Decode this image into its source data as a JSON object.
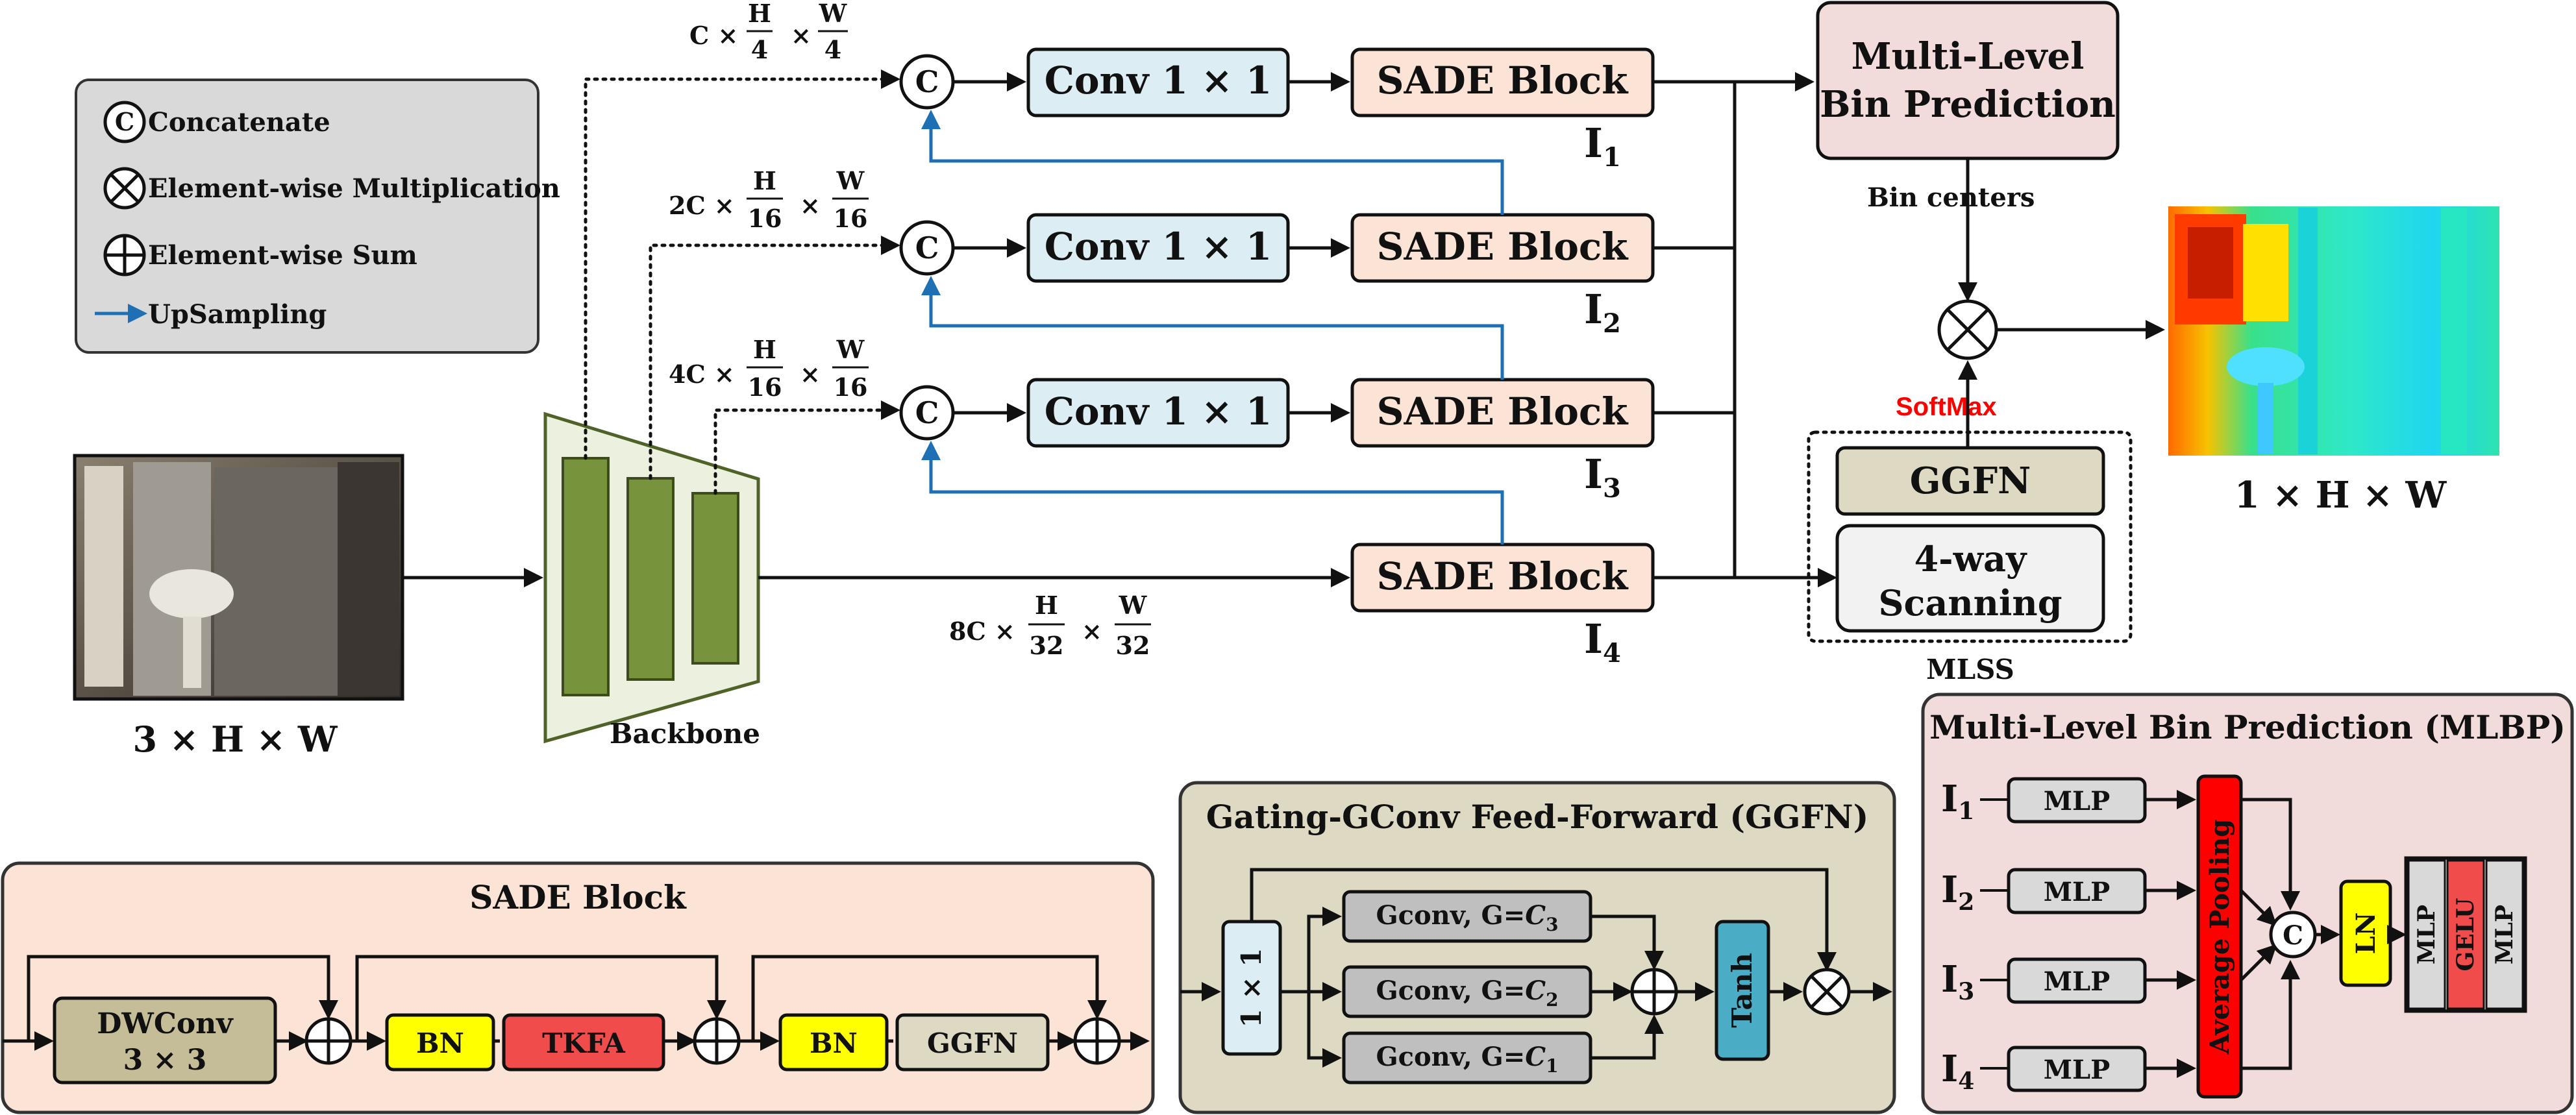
{
  "legend": {
    "concat_symbol": "C",
    "concat": "Concatenate",
    "mult": "Element-wise Multiplication",
    "sum": "Element-wise Sum",
    "upsample": "UpSampling"
  },
  "input": {
    "caption": "3 × H  × W"
  },
  "backbone": {
    "label": "Backbone"
  },
  "features": {
    "f1": {
      "c": "C ×",
      "h": "H",
      "hd": "4",
      "x": "×",
      "w": "W",
      "wd": "4"
    },
    "f2": {
      "c": "2C ×",
      "h": "H",
      "hd": "16",
      "x": "×",
      "w": "W",
      "wd": "16"
    },
    "f3": {
      "c": "4C ×",
      "h": "H",
      "hd": "16",
      "x": "×",
      "w": "W",
      "wd": "16"
    },
    "f4": {
      "c": "8C ×",
      "h": "H",
      "hd": "32",
      "x": "×",
      "w": "W",
      "wd": "32"
    }
  },
  "concat_symbol": "C",
  "conv_label": "Conv 1 × 1",
  "sade_label": "SADE Block",
  "levels": [
    {
      "letter": "I",
      "sub": "1"
    },
    {
      "letter": "I",
      "sub": "2"
    },
    {
      "letter": "I",
      "sub": "3"
    },
    {
      "letter": "I",
      "sub": "4"
    }
  ],
  "mlbp_top": {
    "line1": "Multi-Level",
    "line2": "Bin Prediction"
  },
  "bin_centers": "Bin centers",
  "softmax": "SoftMax",
  "ggfn_label": "GGFN",
  "scanning": {
    "line1": "4-way",
    "line2": "Scanning"
  },
  "mlss": "MLSS",
  "output": {
    "caption": "1 × H  × W"
  },
  "sade_panel": {
    "title": "SADE Block",
    "dwconv1": "DWConv",
    "dwconv2": "3 × 3",
    "bn": "BN",
    "tkfa": "TKFA",
    "ggfn": "GGFN"
  },
  "ggfn_panel": {
    "title": "Gating-GConv Feed-Forward (GGFN)",
    "conv": "1 × 1",
    "gconv": [
      {
        "label": "Gconv, G=",
        "var": "C",
        "sub": "3"
      },
      {
        "label": "Gconv, G=",
        "var": "C",
        "sub": "2"
      },
      {
        "label": "Gconv, G=",
        "var": "C",
        "sub": "1"
      }
    ],
    "tanh": "Tanh"
  },
  "mlbp_panel": {
    "title": "Multi-Level Bin Prediction (MLBP)",
    "mlp": "MLP",
    "avg_pool": "Average Pooling",
    "ln": "LN",
    "gelu": "GELU",
    "concat_symbol": "C"
  },
  "colors": {
    "conv": "#dcedf3",
    "sade": "#fbe4d5",
    "mlbp": "#f2dcdb",
    "legend": "#d9d9d9",
    "ggfn": "#ddd9c3",
    "backbone": "#ebf1de",
    "backbone_bar": "#77933c",
    "bn": "#ffff00",
    "tkfa": "#f04c4c",
    "gconv": "#bfbfbf",
    "tanh": "#4bacc6",
    "avgpool": "#ff0000",
    "upsample": "#1f6fb5",
    "softmax": "#ff0000"
  }
}
